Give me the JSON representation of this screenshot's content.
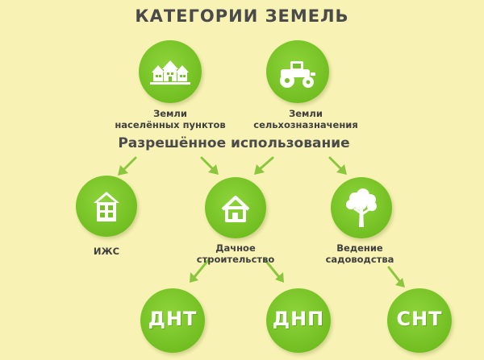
{
  "title": "КАТЕГОРИИ ЗЕМЕЛЬ",
  "subtitle": "Разрешённое использование",
  "categories": [
    {
      "line1": "Земли",
      "line2": "населённых пунктов",
      "icon": "houses-icon"
    },
    {
      "line1": "Земли",
      "line2": "сельхозназначения",
      "icon": "tractor-icon"
    }
  ],
  "uses": [
    {
      "line1": "ИЖС",
      "line2": "",
      "icon": "house-icon"
    },
    {
      "line1": "Дачное",
      "line2": "строительство",
      "icon": "cottage-icon"
    },
    {
      "line1": "Ведение",
      "line2": "садоводства",
      "icon": "tree-icon"
    }
  ],
  "entities": [
    {
      "abbr": "ДНТ"
    },
    {
      "abbr": "ДНП"
    },
    {
      "abbr": "СНТ"
    }
  ],
  "colors": {
    "background": "#f8f3b4",
    "node_green": "#76c226",
    "arrow_green": "#8cc63f",
    "text": "#4a4a4a"
  }
}
